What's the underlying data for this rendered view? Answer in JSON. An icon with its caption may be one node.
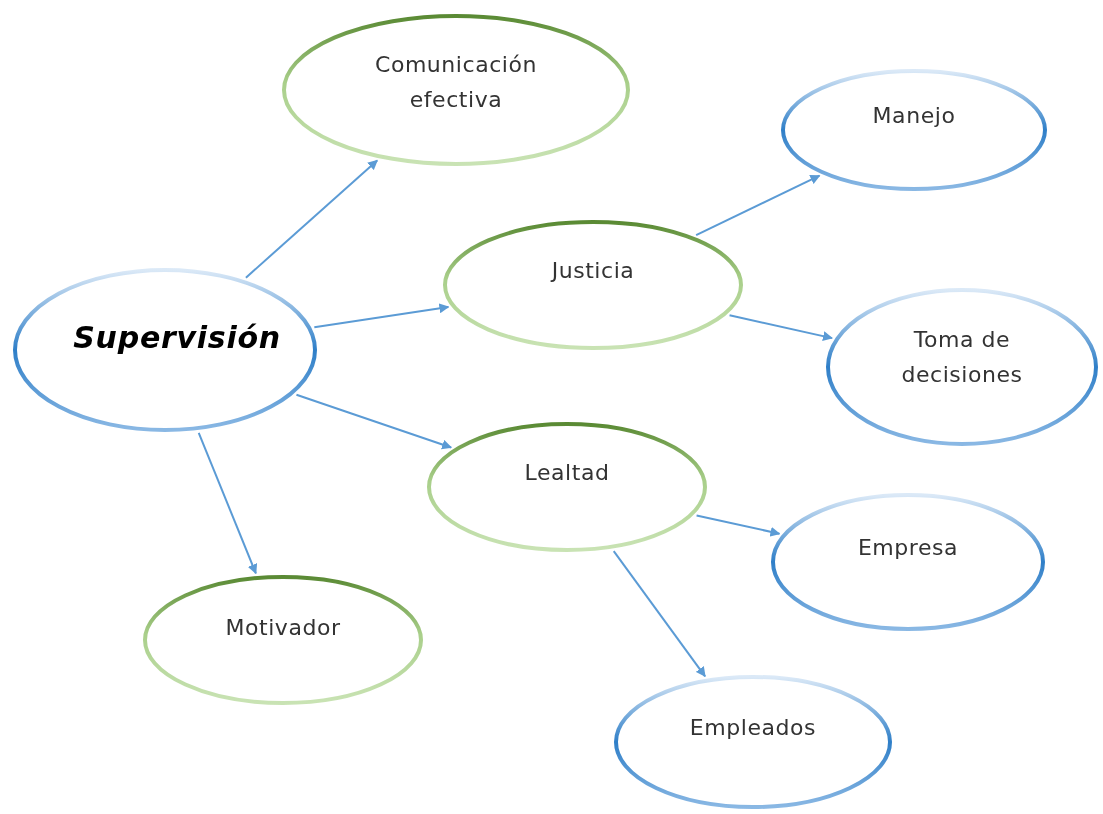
{
  "diagram": {
    "nodes": [
      {
        "text": [
          "Supervisión"
        ]
      },
      {
        "text": [
          "Comunicación efectiva"
        ]
      },
      {
        "text": [
          "Justicia"
        ]
      },
      {
        "text": [
          "Manejo"
        ]
      },
      {
        "text": [
          "Toma de decisiones"
        ]
      },
      {
        "text": [
          "Lealtad"
        ]
      },
      {
        "text": [
          "Motivador"
        ]
      },
      {
        "text": [
          "Empresa"
        ]
      },
      {
        "text": [
          "Empleados"
        ]
      }
    ],
    "edges": [
      {
        "from": 0,
        "to": 1,
        "arrow": "to"
      },
      {
        "from": 0,
        "to": 2,
        "arrow": "to"
      },
      {
        "from": 0,
        "to": 5,
        "arrow": "to"
      },
      {
        "from": 0,
        "to": 6,
        "arrow": "to"
      },
      {
        "from": 2,
        "to": 3,
        "arrow": "to"
      },
      {
        "from": 2,
        "to": 4,
        "arrow": "to"
      },
      {
        "from": 5,
        "to": 7,
        "arrow": "to"
      },
      {
        "from": 5,
        "to": 8,
        "arrow": "to"
      }
    ]
  }
}
